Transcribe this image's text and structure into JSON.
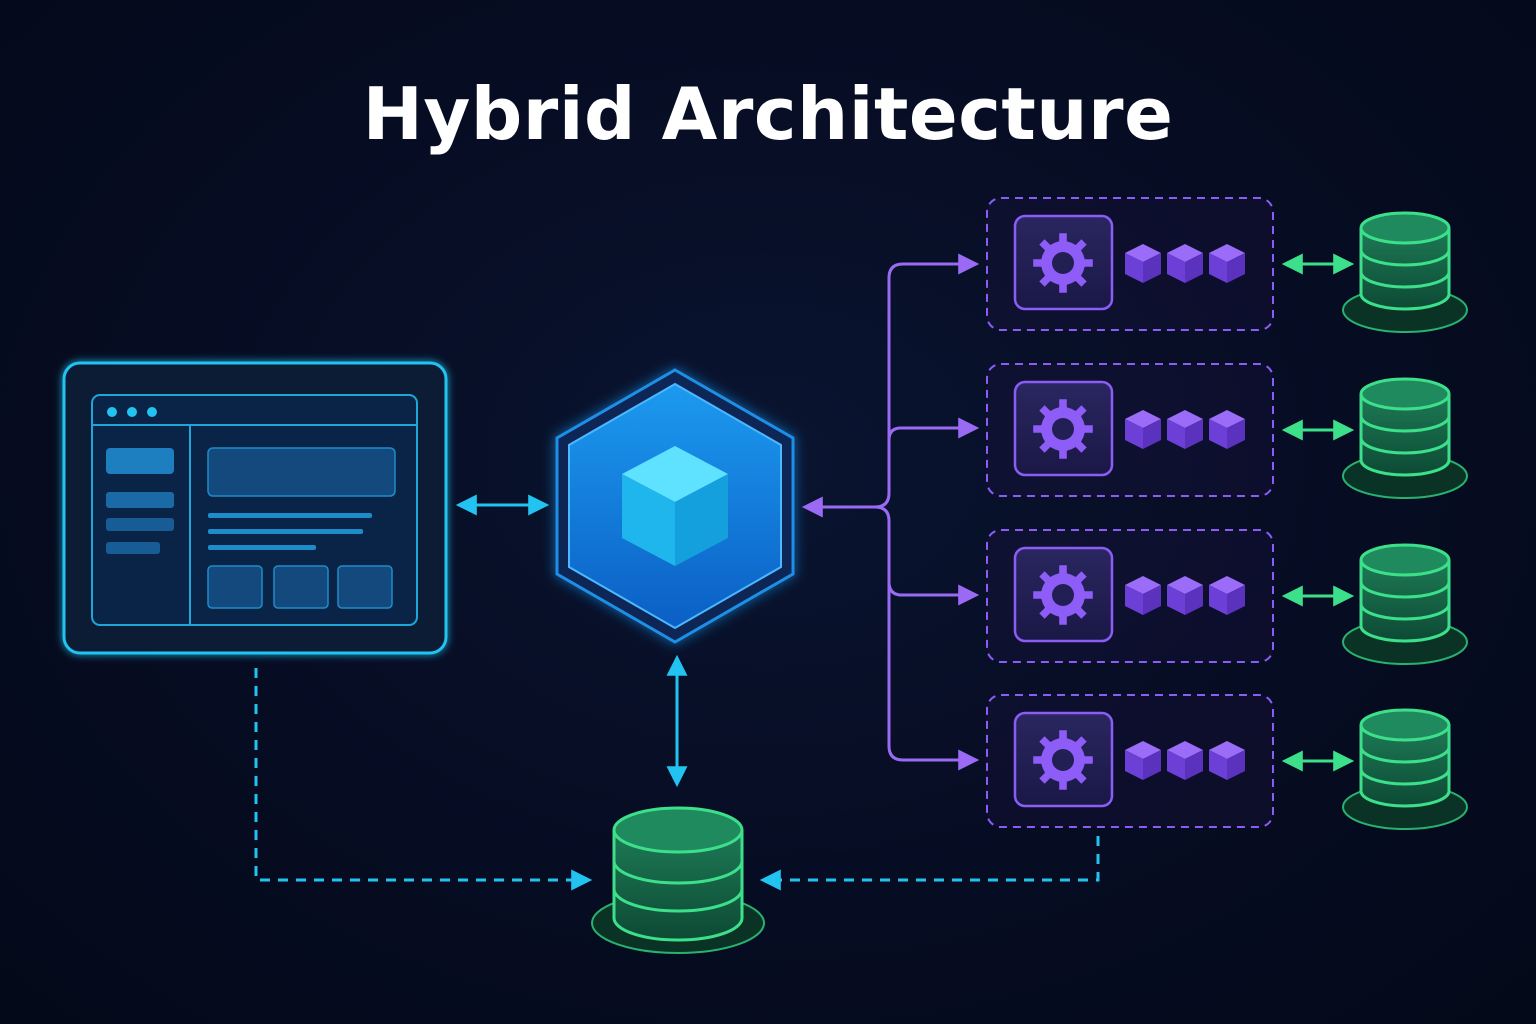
{
  "title": "Hybrid Architecture",
  "colors": {
    "background": "#050b1f",
    "frontend": "#22c3f0",
    "core": "#1a8fe8",
    "core_cube": "#2ad0f8",
    "service": "#8b5cf6",
    "database": "#3de08a",
    "title": "#ffffff"
  },
  "nodes": {
    "frontend": {
      "icon": "browser-window-icon"
    },
    "core": {
      "icon": "cube-icon"
    },
    "services": [
      {
        "icon": "gear-icon",
        "instances": 3
      },
      {
        "icon": "gear-icon",
        "instances": 3
      },
      {
        "icon": "gear-icon",
        "instances": 3
      },
      {
        "icon": "gear-icon",
        "instances": 3
      }
    ],
    "service_databases": [
      {
        "icon": "database-icon"
      },
      {
        "icon": "database-icon"
      },
      {
        "icon": "database-icon"
      },
      {
        "icon": "database-icon"
      }
    ],
    "shared_database": {
      "icon": "database-icon"
    }
  },
  "edges": [
    {
      "from": "frontend",
      "to": "core",
      "style": "solid",
      "direction": "both"
    },
    {
      "from": "core",
      "to": "shared_database",
      "style": "solid",
      "direction": "both"
    },
    {
      "from": "services",
      "to": "core",
      "style": "solid",
      "direction": "both"
    },
    {
      "from": "services",
      "to": "service_databases",
      "style": "solid",
      "direction": "both"
    },
    {
      "from": "frontend",
      "to": "shared_database",
      "style": "dashed",
      "direction": "forward"
    },
    {
      "from": "services",
      "to": "shared_database",
      "style": "dashed",
      "direction": "forward"
    }
  ]
}
